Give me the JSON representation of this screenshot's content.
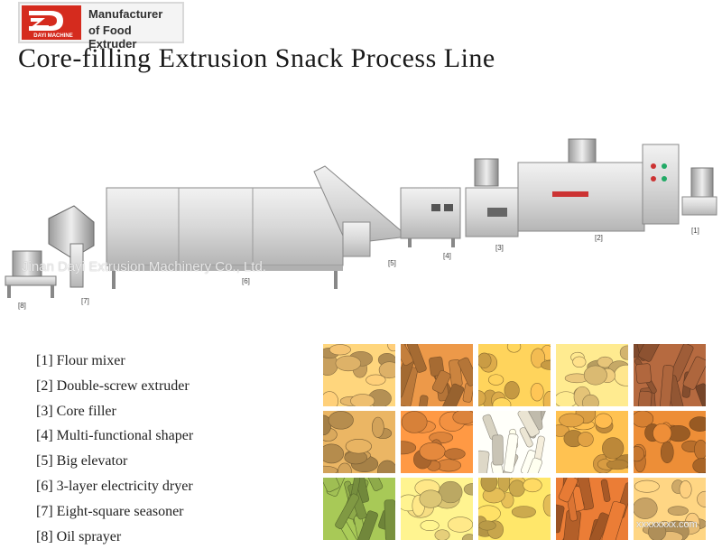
{
  "brand": {
    "logo_small": "DAYI MACHINE",
    "line1": "Manufacturer",
    "line2": "of Food Extruder",
    "accent": "#d52b1e"
  },
  "title": "Core-filling Extrusion Snack Process Line",
  "watermark": "Jinan Dayi Extrusion Machinery Co., Ltd.",
  "watermark2": "xxxxxxxx.com",
  "machine_labels": [
    "[1]",
    "[2]",
    "[3]",
    "[4]",
    "[5]",
    "[6]",
    "[7]",
    "[8]"
  ],
  "legend": [
    "[1] Flour mixer",
    "[2] Double-screw extruder",
    "[3] Core filler",
    "[4] Multi-functional shaper",
    "[5] Big elevator",
    "[6] 3-layer electricity dryer",
    "[7] Eight-square seasoner",
    "[8] Oil sprayer"
  ],
  "product_photos": [
    {
      "kind": "pillows",
      "color": "#e2b56a"
    },
    {
      "kind": "rolls",
      "color": "#c9823e"
    },
    {
      "kind": "rings",
      "color": "#e8b44e"
    },
    {
      "kind": "layered",
      "color": "#e9c77a"
    },
    {
      "kind": "squares",
      "color": "#9a5a36"
    },
    {
      "kind": "sticks",
      "color": "#c79a55"
    },
    {
      "kind": "rods",
      "color": "#d9823a"
    },
    {
      "kind": "puffs",
      "color": "#ece6d4"
    },
    {
      "kind": "shells",
      "color": "#e3a445"
    },
    {
      "kind": "twists",
      "color": "#c9782f"
    },
    {
      "kind": "green-sticks",
      "color": "#8eaa4a"
    },
    {
      "kind": "spirals",
      "color": "#e6cf7a"
    },
    {
      "kind": "curls",
      "color": "#ecc45a"
    },
    {
      "kind": "crisps",
      "color": "#c76a2e"
    },
    {
      "kind": "chips",
      "color": "#ddb570"
    }
  ]
}
